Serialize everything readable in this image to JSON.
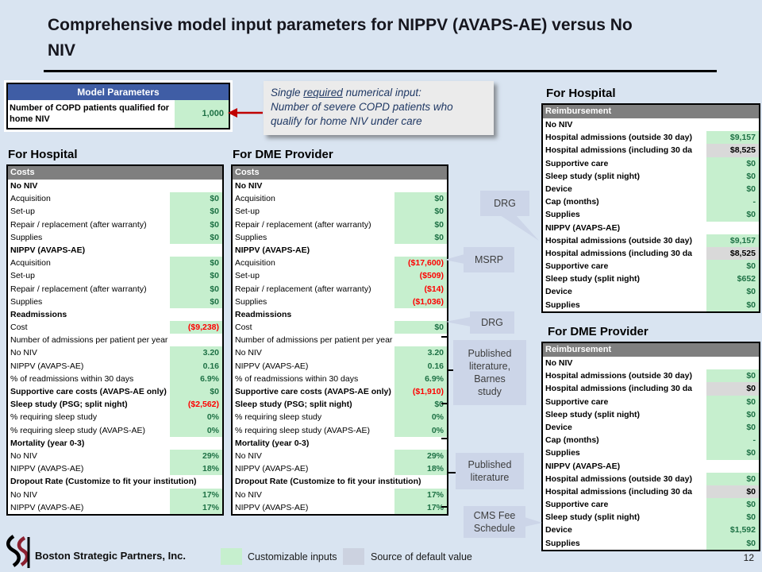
{
  "slide": {
    "title": "Comprehensive model input parameters for NIPPV (AVAPS-AE) versus No\nNIV",
    "page_number": "12"
  },
  "colors": {
    "slide_background": "#d9e4f1",
    "header_blue": "#3f5da5",
    "header_gray": "#7f7f7f",
    "customizable_cell_green": "#c6efce",
    "green_value_text": "#1e7145",
    "default_source_cell_gray": "#d9d9d9",
    "negative_value_red": "#ff0000",
    "callout_fill": "#ccd5e8",
    "arrow_red": "#c00000"
  },
  "model_parameters": {
    "header": "Model Parameters",
    "row_label": "Number of COPD patients qualified for home NIV",
    "row_value": "1,000"
  },
  "annotation": {
    "prefix": "Single ",
    "underlined": "required",
    "suffix": " numerical input:\nNumber of severe COPD patients who\nqualify for home NIV under care"
  },
  "tables": {
    "hospital_costs": {
      "section_title": "For Hospital",
      "header": "Costs",
      "rows": [
        {
          "label": "No NIV",
          "bold": true,
          "cell": "none"
        },
        {
          "label": "Acquisition",
          "value": "$0",
          "cell": "green"
        },
        {
          "label": "Set-up",
          "value": "$0",
          "cell": "green"
        },
        {
          "label": "Repair / replacement (after warranty)",
          "value": "$0",
          "cell": "green"
        },
        {
          "label": "Supplies",
          "value": "$0",
          "cell": "green"
        },
        {
          "label": "NIPPV (AVAPS-AE)",
          "bold": true,
          "cell": "none"
        },
        {
          "label": "Acquisition",
          "value": "$0",
          "cell": "green"
        },
        {
          "label": "Set-up",
          "value": "$0",
          "cell": "green"
        },
        {
          "label": "Repair / replacement (after warranty)",
          "value": "$0",
          "cell": "green"
        },
        {
          "label": "Supplies",
          "value": "$0",
          "cell": "green"
        },
        {
          "label": "Readmissions",
          "bold": true,
          "cell": "none"
        },
        {
          "label": "Cost",
          "value": "($9,238)",
          "cell": "green"
        },
        {
          "label": "Number of admissions per patient per year",
          "cell": "span"
        },
        {
          "label": "No NIV",
          "value": "3.20",
          "cell": "green"
        },
        {
          "label": "NIPPV (AVAPS-AE)",
          "value": "0.16",
          "cell": "green"
        },
        {
          "label": "% of readmissions within 30 days",
          "value": "6.9%",
          "cell": "green"
        },
        {
          "label": "Supportive care costs (AVAPS-AE only)",
          "bold": true,
          "value": "$0",
          "cell": "green"
        },
        {
          "label": "Sleep study (PSG; split night)",
          "bold": true,
          "value": "($2,562)",
          "cell": "green"
        },
        {
          "label": "% requiring sleep study",
          "value": "0%",
          "cell": "green"
        },
        {
          "label": "% requiring sleep study (AVAPS-AE)",
          "value": "0%",
          "cell": "green"
        },
        {
          "label": "Mortality (year 0-3)",
          "bold": true,
          "cell": "none"
        },
        {
          "label": "No NIV",
          "value": "29%",
          "cell": "green"
        },
        {
          "label": "NIPPV (AVAPS-AE)",
          "value": "18%",
          "cell": "green"
        },
        {
          "label": "Dropout Rate (Customize to fit your institution)",
          "bold": true,
          "cell": "span"
        },
        {
          "label": "No NIV",
          "value": "17%",
          "cell": "green"
        },
        {
          "label": "NIPPV (AVAPS-AE)",
          "value": "17%",
          "cell": "green"
        }
      ]
    },
    "dme_costs": {
      "section_title": "For DME Provider",
      "header": "Costs",
      "rows": [
        {
          "label": "No NIV",
          "bold": true,
          "cell": "none"
        },
        {
          "label": "Acquisition",
          "value": "$0",
          "cell": "green"
        },
        {
          "label": "Set-up",
          "value": "$0",
          "cell": "green"
        },
        {
          "label": "Repair / replacement (after warranty)",
          "value": "$0",
          "cell": "green"
        },
        {
          "label": "Supplies",
          "value": "$0",
          "cell": "green"
        },
        {
          "label": "NIPPV (AVAPS-AE)",
          "bold": true,
          "cell": "none"
        },
        {
          "label": "Acquisition",
          "value": "($17,600)",
          "cell": "green"
        },
        {
          "label": "Set-up",
          "value": "($509)",
          "cell": "green"
        },
        {
          "label": "Repair / replacement (after warranty)",
          "value": "($14)",
          "cell": "green"
        },
        {
          "label": "Supplies",
          "value": "($1,036)",
          "cell": "green"
        },
        {
          "label": "Readmissions",
          "bold": true,
          "cell": "none"
        },
        {
          "label": "Cost",
          "value": "$0",
          "cell": "green"
        },
        {
          "label": "Number of admissions per patient per year",
          "cell": "span"
        },
        {
          "label": "No NIV",
          "value": "3.20",
          "cell": "green"
        },
        {
          "label": "NIPPV (AVAPS-AE)",
          "value": "0.16",
          "cell": "green"
        },
        {
          "label": "% of readmissions within 30 days",
          "value": "6.9%",
          "cell": "green"
        },
        {
          "label": "Supportive care costs (AVAPS-AE only)",
          "bold": true,
          "value": "($1,910)",
          "cell": "green"
        },
        {
          "label": "Sleep study (PSG; split night)",
          "bold": true,
          "value": "$0",
          "cell": "green"
        },
        {
          "label": "% requiring sleep study",
          "value": "0%",
          "cell": "green"
        },
        {
          "label": "% requiring sleep study (AVAPS-AE)",
          "value": "0%",
          "cell": "green"
        },
        {
          "label": "Mortality (year 0-3)",
          "bold": true,
          "cell": "none"
        },
        {
          "label": "No NIV",
          "value": "29%",
          "cell": "green"
        },
        {
          "label": "NIPPV (AVAPS-AE)",
          "value": "18%",
          "cell": "green"
        },
        {
          "label": "Dropout Rate (Customize to fit your institution)",
          "bold": true,
          "cell": "span"
        },
        {
          "label": "No NIV",
          "value": "17%",
          "cell": "green"
        },
        {
          "label": "NIPPV (AVAPS-AE)",
          "value": "17%",
          "cell": "green"
        }
      ]
    },
    "hospital_reimbursement": {
      "section_title": "For Hospital",
      "header": "Reimbursement",
      "rows": [
        {
          "label": "No NIV",
          "bold": true,
          "cell": "none"
        },
        {
          "label": "Hospital admissions (outside 30 day)",
          "bold": true,
          "value": "$9,157",
          "cell": "green"
        },
        {
          "label": "Hospital admissions (including 30 da",
          "bold": true,
          "value": "$8,525",
          "cell": "gray"
        },
        {
          "label": "Supportive care",
          "bold": true,
          "value": "$0",
          "cell": "green"
        },
        {
          "label": "Sleep study (split night)",
          "bold": true,
          "value": "$0",
          "cell": "green"
        },
        {
          "label": "Device",
          "bold": true,
          "value": "$0",
          "cell": "green"
        },
        {
          "label": "Cap (months)",
          "bold": true,
          "value": "-",
          "cell": "green"
        },
        {
          "label": "Supplies",
          "bold": true,
          "value": "$0",
          "cell": "green"
        },
        {
          "label": "NIPPV (AVAPS-AE)",
          "bold": true,
          "cell": "none"
        },
        {
          "label": "Hospital admissions (outside 30 day)",
          "bold": true,
          "value": "$9,157",
          "cell": "green"
        },
        {
          "label": "Hospital admissions (including 30 da",
          "bold": true,
          "value": "$8,525",
          "cell": "gray"
        },
        {
          "label": "Supportive care",
          "bold": true,
          "value": "$0",
          "cell": "green"
        },
        {
          "label": "Sleep study (split night)",
          "bold": true,
          "value": "$652",
          "cell": "green"
        },
        {
          "label": "Device",
          "bold": true,
          "value": "$0",
          "cell": "green"
        },
        {
          "label": "Supplies",
          "bold": true,
          "value": "$0",
          "cell": "green"
        }
      ]
    },
    "dme_reimbursement": {
      "section_title": "For DME Provider",
      "header": "Reimbursement",
      "rows": [
        {
          "label": "No NIV",
          "bold": true,
          "cell": "none"
        },
        {
          "label": "Hospital admissions (outside 30 day)",
          "bold": true,
          "value": "$0",
          "cell": "green"
        },
        {
          "label": "Hospital admissions (including 30 da",
          "bold": true,
          "value": "$0",
          "cell": "gray"
        },
        {
          "label": "Supportive care",
          "bold": true,
          "value": "$0",
          "cell": "green"
        },
        {
          "label": "Sleep study (split night)",
          "bold": true,
          "value": "$0",
          "cell": "green"
        },
        {
          "label": "Device",
          "bold": true,
          "value": "$0",
          "cell": "green"
        },
        {
          "label": "Cap (months)",
          "bold": true,
          "value": "-",
          "cell": "green"
        },
        {
          "label": "Supplies",
          "bold": true,
          "value": "$0",
          "cell": "green"
        },
        {
          "label": "NIPPV (AVAPS-AE)",
          "bold": true,
          "cell": "none"
        },
        {
          "label": "Hospital admissions (outside 30 day)",
          "bold": true,
          "value": "$0",
          "cell": "green"
        },
        {
          "label": "Hospital admissions (including 30 da",
          "bold": true,
          "value": "$0",
          "cell": "gray"
        },
        {
          "label": "Supportive care",
          "bold": true,
          "value": "$0",
          "cell": "green"
        },
        {
          "label": "Sleep study (split night)",
          "bold": true,
          "value": "$0",
          "cell": "green"
        },
        {
          "label": "Device",
          "bold": true,
          "value": "$1,592",
          "cell": "green"
        },
        {
          "label": "Supplies",
          "bold": true,
          "value": "$0",
          "cell": "green"
        }
      ]
    }
  },
  "callouts": {
    "drg1": {
      "label": "DRG"
    },
    "msrp": {
      "label": "MSRP"
    },
    "drg2": {
      "label": "DRG"
    },
    "published_literature_barnes": {
      "label": "Published\nliterature,\nBarnes\nstudy"
    },
    "published_literature": {
      "label": "Published\nliterature"
    },
    "cms_fee_schedule": {
      "label": "CMS Fee\nSchedule"
    }
  },
  "footer": {
    "company": "Boston Strategic Partners, Inc.",
    "legend": [
      {
        "swatch": "green",
        "label": "Customizable inputs"
      },
      {
        "swatch": "gray",
        "label": "Source of default value"
      }
    ]
  }
}
